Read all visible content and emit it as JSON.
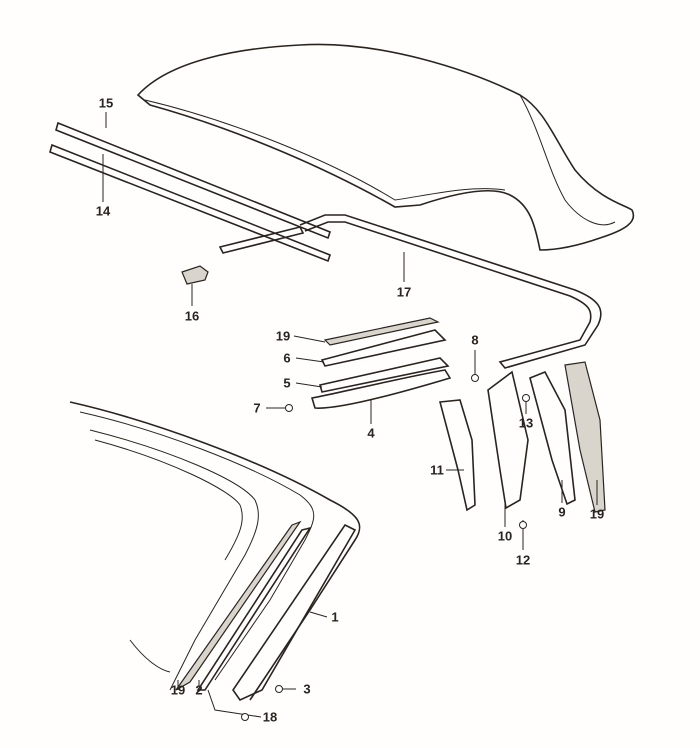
{
  "diagram": {
    "title": "Convertible hardtop seals and window trim parts diagram",
    "callouts": [
      "15",
      "14",
      "16",
      "17",
      "19",
      "6",
      "5",
      "7",
      "4",
      "8",
      "13",
      "11",
      "10",
      "12",
      "9",
      "19",
      "1",
      "19",
      "2",
      "3",
      "18"
    ]
  }
}
